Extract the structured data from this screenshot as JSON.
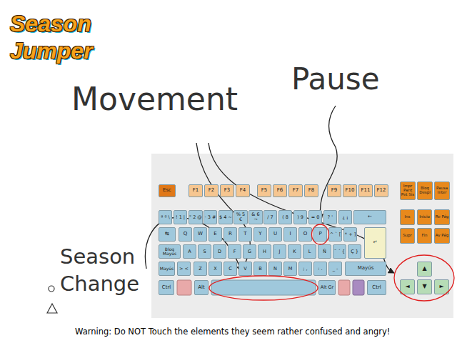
{
  "diagram": {
    "title": "Season Jumper",
    "caption": "Warning: Do NOT Touch the elements they seem rather confused and angry!",
    "nodes": [
      {
        "text": [
          "Esc"
        ]
      },
      {
        "text": [
          "F1"
        ]
      },
      {
        "text": [
          "F2"
        ]
      },
      {
        "text": [
          "F3"
        ]
      },
      {
        "text": [
          "F4"
        ]
      },
      {
        "text": [
          "F5"
        ]
      },
      {
        "text": [
          "F6"
        ]
      },
      {
        "text": [
          "F7"
        ]
      },
      {
        "text": [
          "F8"
        ]
      },
      {
        "text": [
          "F9"
        ]
      },
      {
        "text": [
          "F10"
        ]
      },
      {
        "text": [
          "F11"
        ]
      },
      {
        "text": [
          "F12"
        ]
      },
      {
        "text": [
          "Impr Pant Pet Sis"
        ]
      },
      {
        "text": [
          "Bloq Despl"
        ]
      },
      {
        "text": [
          "Pausa Inter"
        ]
      },
      {
        "text": [
          "ª º \\"
        ]
      },
      {
        "text": [
          "! 1 |"
        ]
      },
      {
        "text": [
          "\" 2 @"
        ]
      },
      {
        "text": [
          "· 3 #"
        ]
      },
      {
        "text": [
          "$ 4 ~"
        ]
      },
      {
        "text": [
          "% 5 €"
        ]
      },
      {
        "text": [
          "& 6 ¬"
        ]
      },
      {
        "text": [
          "/ 7"
        ]
      },
      {
        "text": [
          "( 8"
        ]
      },
      {
        "text": [
          ") 9"
        ]
      },
      {
        "text": [
          "= 0"
        ]
      },
      {
        "text": [
          "? '"
        ]
      },
      {
        "text": [
          "¿ ¡"
        ]
      },
      {
        "text": [
          "←"
        ]
      },
      {
        "text": [
          "Ins"
        ]
      },
      {
        "text": [
          "Inicio"
        ]
      },
      {
        "text": [
          "Re Pág"
        ]
      },
      {
        "text": [
          "↹"
        ]
      },
      {
        "text": [
          "Q"
        ]
      },
      {
        "text": [
          "W"
        ]
      },
      {
        "text": [
          "E"
        ]
      },
      {
        "text": [
          "R"
        ]
      },
      {
        "text": [
          "T"
        ]
      },
      {
        "text": [
          "Y"
        ]
      },
      {
        "text": [
          "U"
        ]
      },
      {
        "text": [
          "I"
        ]
      },
      {
        "text": [
          "O"
        ]
      },
      {
        "text": [
          "P"
        ]
      },
      {
        "text": [
          "^ ` ["
        ]
      },
      {
        "text": [
          "* + ]"
        ]
      },
      {
        "text": [
          "↵"
        ]
      },
      {
        "text": [
          "Supr"
        ]
      },
      {
        "text": [
          "Fin"
        ]
      },
      {
        "text": [
          "Av Pág"
        ]
      },
      {
        "text": [
          "Bloq Mayús"
        ]
      },
      {
        "text": [
          "A"
        ]
      },
      {
        "text": [
          "S"
        ]
      },
      {
        "text": [
          "D"
        ]
      },
      {
        "text": [
          "F"
        ]
      },
      {
        "text": [
          "G"
        ]
      },
      {
        "text": [
          "H"
        ]
      },
      {
        "text": [
          "J"
        ]
      },
      {
        "text": [
          "K"
        ]
      },
      {
        "text": [
          "L"
        ]
      },
      {
        "text": [
          "Ñ"
        ]
      },
      {
        "text": [
          "¨ ´ {"
        ]
      },
      {
        "text": [
          "Ç }"
        ]
      },
      {
        "text": [
          "Mayús"
        ]
      },
      {
        "text": [
          "> <"
        ]
      },
      {
        "text": [
          "Z"
        ]
      },
      {
        "text": [
          "X"
        ]
      },
      {
        "text": [
          "C"
        ]
      },
      {
        "text": [
          "V"
        ]
      },
      {
        "text": [
          "B"
        ]
      },
      {
        "text": [
          "N"
        ]
      },
      {
        "text": [
          "M"
        ]
      },
      {
        "text": [
          "; ,"
        ]
      },
      {
        "text": [
          ": ."
        ]
      },
      {
        "text": [
          "_ -"
        ]
      },
      {
        "text": [
          "Mayús"
        ]
      },
      {
        "text": [
          "▲"
        ]
      },
      {
        "text": [
          "Ctrl"
        ]
      },
      {
        "text": [
          "Alt"
        ]
      },
      {
        "text": [
          "Alt Gr"
        ]
      },
      {
        "text": [
          "Ctrl"
        ]
      },
      {
        "text": [
          "◄"
        ]
      },
      {
        "text": [
          "▼"
        ]
      },
      {
        "text": [
          "►"
        ]
      }
    ],
    "labels": [
      "Movement",
      "Pause",
      "Season Change"
    ]
  }
}
